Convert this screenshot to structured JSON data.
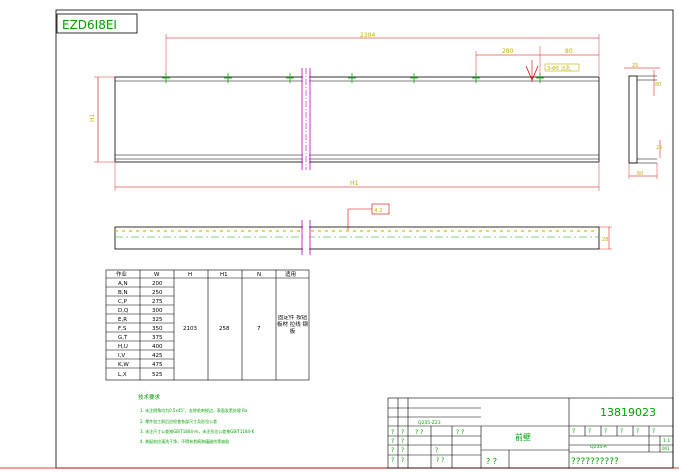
{
  "drawing_code": "EZD6I8EI",
  "dims": {
    "top_length": "2304",
    "part_offset": "280",
    "end_offset": "80",
    "height": "H1",
    "overall_length": "H1",
    "profile_height": "80",
    "profile_width": "60",
    "side_small": "25",
    "hole_callout": "4.2",
    "hole_label": "3-Φ5 沉孔",
    "bottom_thickness": "28"
  },
  "table": {
    "headers": [
      "作业",
      "W",
      "H",
      "H1",
      "N",
      "适用"
    ],
    "rows": [
      [
        "A,N",
        "200"
      ],
      [
        "B,N",
        "250"
      ],
      [
        "C,P",
        "275"
      ],
      [
        "D,Q",
        "300"
      ],
      [
        "E,R",
        "325"
      ],
      [
        "F,S",
        "350"
      ],
      [
        "G,T",
        "375"
      ],
      [
        "H,U",
        "400"
      ],
      [
        "I,V",
        "425"
      ],
      [
        "K,W",
        "475"
      ],
      [
        "L,X",
        "525"
      ]
    ],
    "merged": {
      "H": "2103",
      "H1": "258",
      "N": "7",
      "use": "固定件 按钮 板材 拉线 钢板"
    }
  },
  "notes": {
    "title": "技术要求",
    "items": [
      "1. 未注倒角均为0.5x45°，去除毛刺锐边，表面发黑处理 Ra",
      "2. 零件加工前后应检查各部尺寸及形位公差",
      "3. 未注尺寸公差按GB/T1804-m，未注形位公差按GB/T1184-K",
      "4. 装配前应清洗干净，不得有划痕和磕碰伤等缺陷"
    ]
  },
  "title_block": {
    "drawing_number": "13819023",
    "name": "前壁",
    "material": "Q235-A",
    "code_small": "Q235-Z23",
    "scale": "1:1",
    "sheet": "001",
    "company": "??????????",
    "q": "?",
    "qq": "? ?"
  },
  "colors": {
    "line": "#000000",
    "green": "#00b000",
    "red": "#e00000",
    "magenta": "#c000c0",
    "yellow": "#d0c000",
    "frame_red": "#d00000"
  }
}
